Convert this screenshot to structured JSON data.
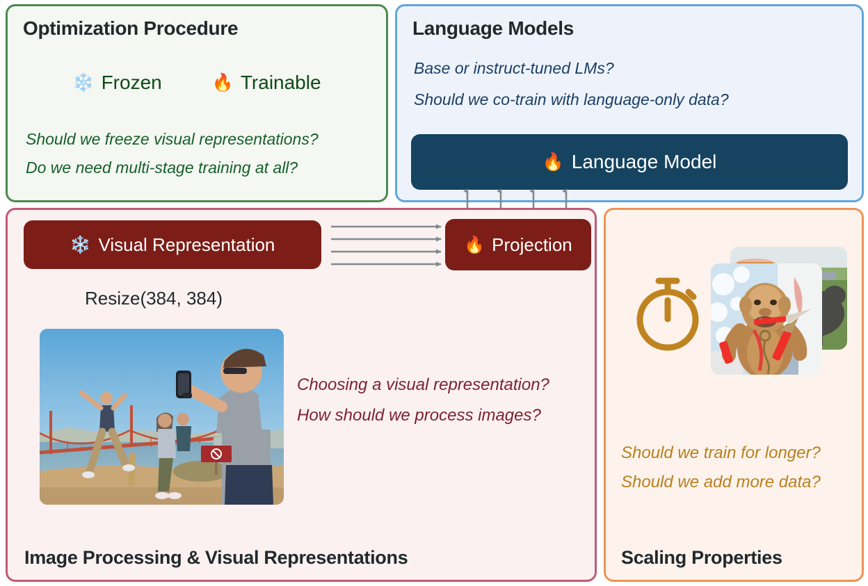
{
  "panels": {
    "optimization": {
      "title": "Optimization Procedure",
      "border_color": "#4a8b4f",
      "bg_color": "#f4f7f2",
      "legend": [
        {
          "icon": "snowflake-icon",
          "glyph": "❄️",
          "label": "Frozen"
        },
        {
          "icon": "fire-icon",
          "glyph": "🔥",
          "label": "Trainable"
        }
      ],
      "questions": [
        "Should we freeze visual representations?",
        "Do we need multi-stage training at all?"
      ],
      "question_color": "#16602a"
    },
    "language": {
      "title": "Language Models",
      "border_color": "#5fa6d9",
      "bg_color": "#eef3fb",
      "questions": [
        "Base or instruct-tuned LMs?",
        "Should we co-train with language-only data?"
      ],
      "question_color": "#1a3f66",
      "model_box": {
        "label": "Language Model",
        "glyph": "🔥",
        "icon": "fire-icon",
        "bg_color": "#154360",
        "text_color": "#ffffff"
      },
      "arrow_count": 4
    },
    "image_processing": {
      "title": "Image Processing & Visual Representations",
      "border_color": "#c05a75",
      "bg_color": "#fbf1f1",
      "visual_rep_box": {
        "label": "Visual Representation",
        "glyph": "❄️",
        "icon": "snowflake-icon",
        "bg_color": "#7c1d17"
      },
      "projection_box": {
        "label": "Projection",
        "glyph": "🔥",
        "icon": "fire-icon",
        "bg_color": "#7c1d17"
      },
      "resize_label": "Resize(384, 384)",
      "arrow_count": 4,
      "photo_alt": "people photographing at the Golden Gate Bridge",
      "questions": [
        "Choosing a visual representation?",
        "How should we process images?"
      ],
      "question_color": "#7d2232"
    },
    "scaling": {
      "title": "Scaling Properties",
      "border_color": "#ef9255",
      "bg_color": "#fdf3ec",
      "icon": "stopwatch-icon",
      "icon_color": "#bf8420",
      "photo_alt": "stacked photos: monkey holding knife, field scene",
      "questions": [
        "Should we train for longer?",
        "Should we add more data?"
      ],
      "question_color": "#b8801f"
    }
  }
}
